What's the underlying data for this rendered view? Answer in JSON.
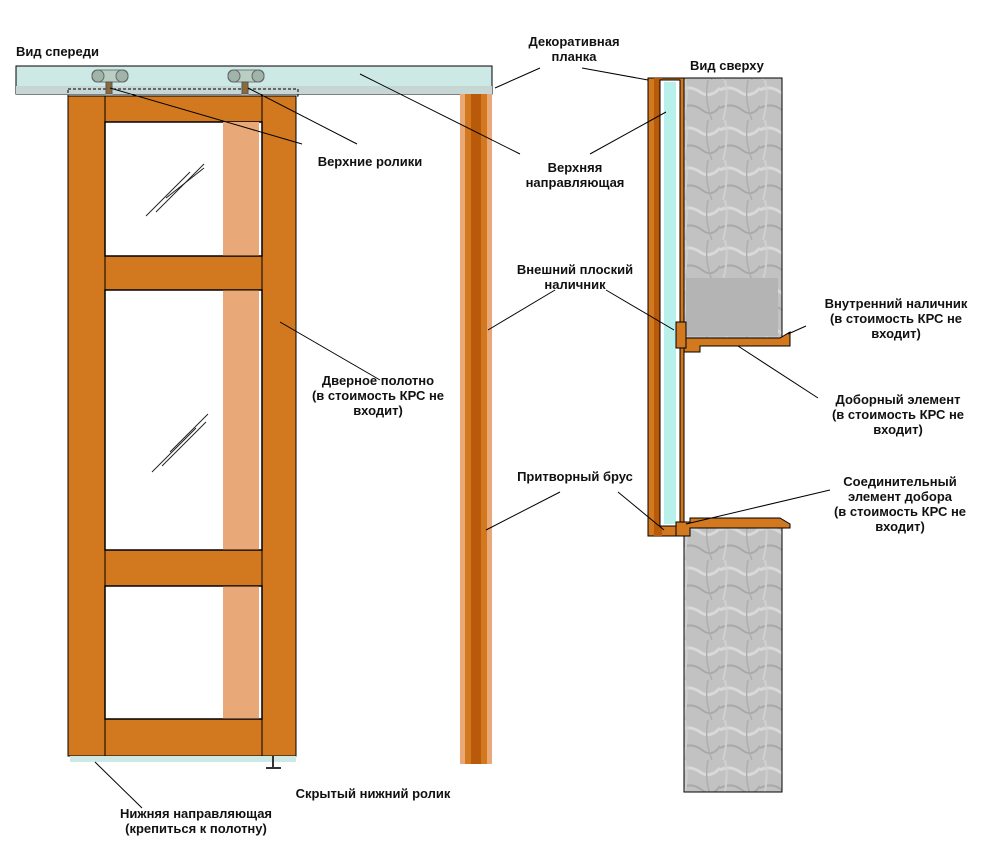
{
  "labels": {
    "front_view": "Вид спереди",
    "top_view": "Вид сверху",
    "decor_strip": [
      "Декоративная",
      "планка"
    ],
    "upper_rollers": "Верхние ролики",
    "upper_guide": [
      "Верхняя",
      "направляющая"
    ],
    "outer_casing": [
      "Внешний плоский",
      "наличник"
    ],
    "door_leaf": [
      "Дверное полотно",
      "(в стоимость КРС не",
      "входит)"
    ],
    "striker_bar": "Притворный брус",
    "inner_casing": [
      "Внутренний наличник",
      "(в стоимость КРС не",
      "входит)"
    ],
    "extension": [
      "Доборный элемент",
      "(в стоимость КРС не",
      "входит)"
    ],
    "connector": [
      "Соединительный",
      "элемент добора",
      "(в стоимость КРС не",
      "входит)"
    ],
    "lower_guide": [
      "Нижняя направляющая",
      "(крепиться к полотну)"
    ],
    "hidden_roller": "Скрытый нижний ролик"
  },
  "colors": {
    "wood": "#D2781E",
    "wood_light": "#E8A877",
    "wood_dark": "#B85A0A",
    "glass": "#B8F0EC",
    "rail": "#CDE9E6",
    "concrete": "#BDBDBD",
    "line": "#000000"
  }
}
